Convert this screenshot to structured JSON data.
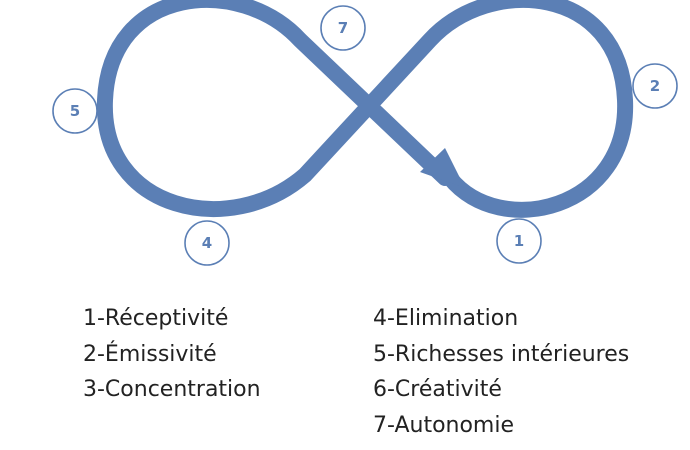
{
  "diagram": {
    "colors": {
      "loop": "#5b7fb5",
      "text": "#222222",
      "background": "#ffffff"
    },
    "markers": [
      {
        "id": "1",
        "label": "1"
      },
      {
        "id": "2",
        "label": "2"
      },
      {
        "id": "4",
        "label": "4"
      },
      {
        "id": "5",
        "label": "5"
      },
      {
        "id": "7",
        "label": "7"
      }
    ]
  },
  "legend": {
    "left": [
      "1-Réceptivité",
      "2-Émissivité",
      "3-Concentration"
    ],
    "right": [
      "4-Elimination",
      "5-Richesses intérieures",
      "6-Créativité",
      "7-Autonomie"
    ]
  }
}
